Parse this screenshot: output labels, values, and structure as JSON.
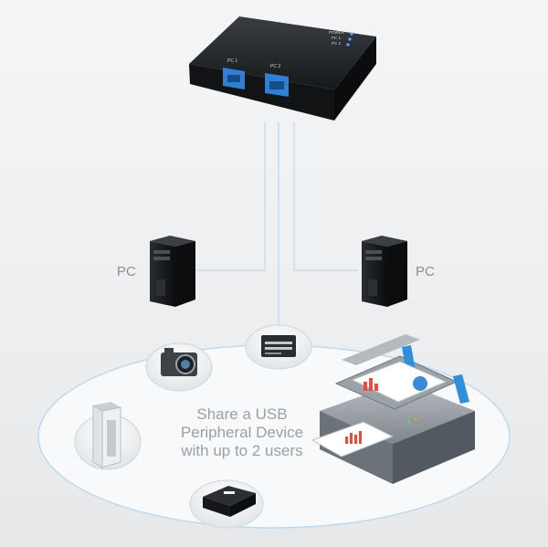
{
  "switch": {
    "port_labels": [
      "PC 1",
      "PC 2"
    ],
    "led_labels": [
      "POWER",
      "PC 1",
      "PC 2"
    ]
  },
  "computers": [
    {
      "label": "PC"
    },
    {
      "label": "PC"
    }
  ],
  "center": {
    "lines": [
      "Share a USB",
      "Peripheral Device",
      "with up to 2 users"
    ]
  },
  "peripherals": [
    {
      "icon": "camera-icon"
    },
    {
      "icon": "card-reader-icon"
    },
    {
      "icon": "external-drive-icon"
    },
    {
      "icon": "scanner-icon"
    },
    {
      "icon": "printer-icon"
    }
  ],
  "colors": {
    "switch_body": "#1c1f22",
    "usb_port": "#2f7fd4",
    "cable": "#c9dff0"
  }
}
